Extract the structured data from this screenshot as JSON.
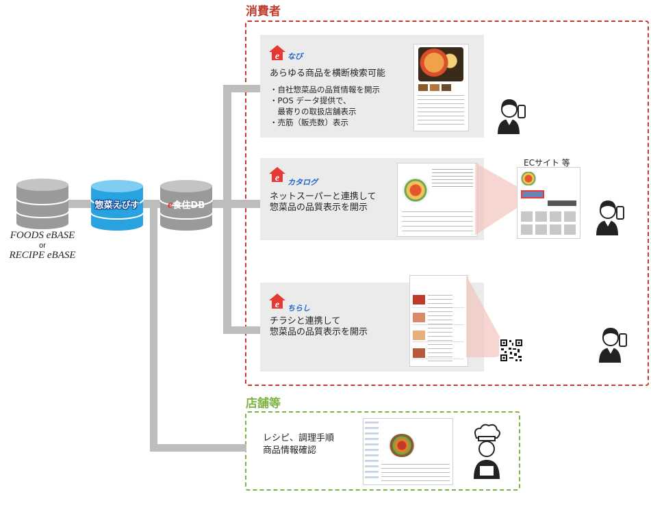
{
  "sections": {
    "consumer_title": "消費者",
    "store_title": "店舗等",
    "consumer_color": "#c0392b",
    "store_color": "#7cb342"
  },
  "sources": {
    "foods": "FOODS eBASE",
    "or": "or",
    "recipe": "RECIPE eBASE"
  },
  "nodes": {
    "souzai": "惣菜えびす",
    "db_prefix": "e",
    "db_label": "食住DB"
  },
  "panels": {
    "navi": {
      "brand": "なび",
      "heading": "あらゆる商品を横断検索可能",
      "bullets": [
        "・自社惣菜品の品質情報を開示",
        "・POS データ提供で、",
        "　最寄りの取扱店舗表示",
        "・売筋（販売数）表示"
      ]
    },
    "catalog": {
      "brand": "カタログ",
      "lines": [
        "ネットスーパーと連携して",
        "惣菜品の品質表示を開示"
      ]
    },
    "chirashi": {
      "brand": "ちらし",
      "lines": [
        "チラシと連携して",
        "惣菜品の品質表示を開示"
      ]
    },
    "store": {
      "lines": [
        "レシピ、調理手順",
        "商品情報確認"
      ]
    }
  },
  "ec_site_label": "ECサイト 等",
  "colors": {
    "connector": "#bdbdbd",
    "panel_bg": "#ebebeb",
    "cylinder_gray": "#9a9a9a",
    "cylinder_blue": "#29a3e0",
    "brand_red": "#e53935",
    "brand_blue": "#1b66c9"
  },
  "icons": {
    "person": "person-with-phone-icon",
    "chef": "chef-icon",
    "qr": "qr-code-icon",
    "house_logo": "e-house-logo-icon"
  }
}
